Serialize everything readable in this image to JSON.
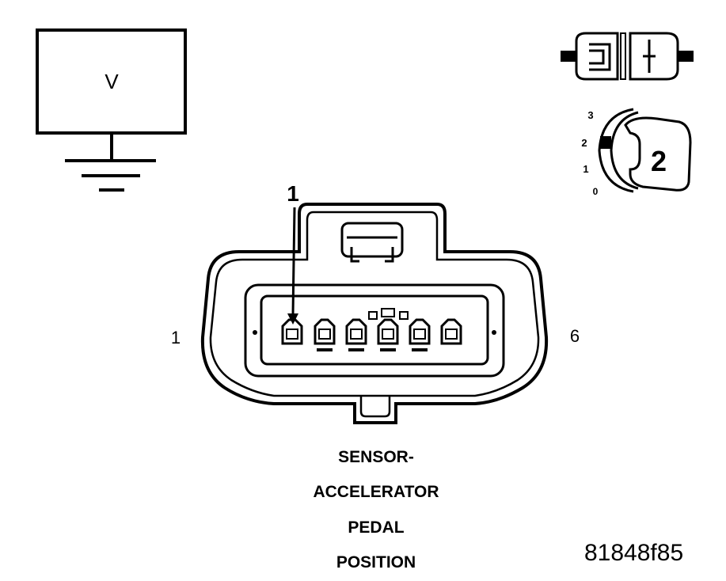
{
  "meter": {
    "symbol": "V"
  },
  "connector": {
    "pin_callout": "1",
    "left_pin_number": "1",
    "right_pin_number": "6",
    "pin_count": 6
  },
  "probe_setting": {
    "scale_labels": [
      "3",
      "2",
      "1",
      "0"
    ],
    "selected_value": "2"
  },
  "caption_lines": [
    "SENSOR-",
    "ACCELERATOR",
    "PEDAL",
    "POSITION"
  ],
  "figure_id": "81848f85"
}
